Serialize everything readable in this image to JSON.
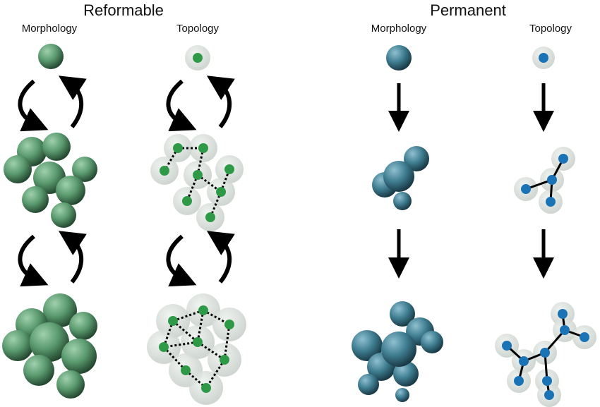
{
  "groups": [
    {
      "title": "Reformable",
      "columns": [
        "Morphology",
        "Topology"
      ]
    },
    {
      "title": "Permanent",
      "columns": [
        "Morphology",
        "Topology"
      ]
    }
  ],
  "colors": {
    "green_sphere": "#5a9a6e",
    "blue_sphere": "#3f7d91",
    "node_green": "#2e9a48",
    "node_blue": "#1a73b5",
    "halo": "#d4dbd6"
  }
}
